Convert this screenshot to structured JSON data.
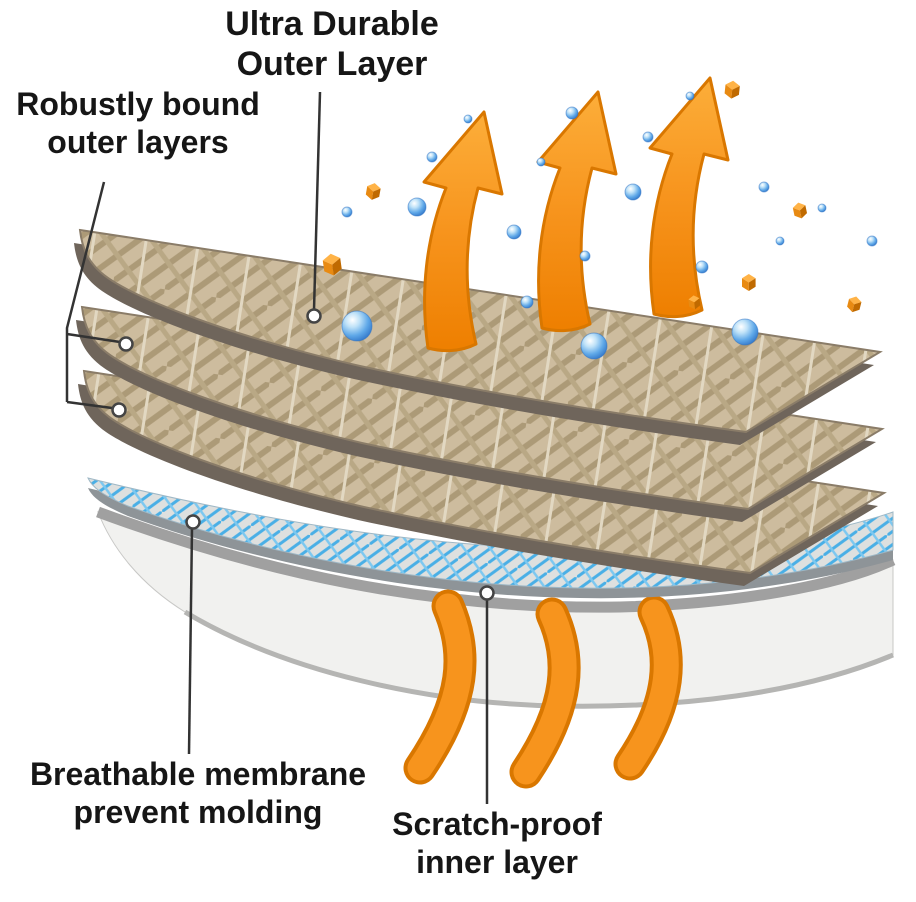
{
  "labels": {
    "outer_layer": "Ultra Durable\nOuter Layer",
    "bound_layers": "Robustly bound\nouter layers",
    "membrane": "Breathable membrane\nprevent molding",
    "inner_layer": "Scratch-proof\ninner layer"
  },
  "colors": {
    "background": "#FFFFFF",
    "text": "#161616",
    "arrow_orange": "#F7941D",
    "arrow_orange_dark": "#D97700",
    "fabric_tan": "#CDBC9E",
    "fabric_weave_line": "#AC9A77",
    "layer_edge_brown": "#6F655B",
    "membrane_base": "#DEE0DF",
    "membrane_blue": "#49AFE6",
    "inner_layer_gray": "#A0A0A0",
    "inner_layer_white": "#F1F1EF",
    "droplet_blue": "#2B6FC4",
    "dirt_cube_orange": "#E88A12"
  },
  "scene": {
    "fabric_layer_count": 3,
    "airflow_arrow_count": 3
  }
}
